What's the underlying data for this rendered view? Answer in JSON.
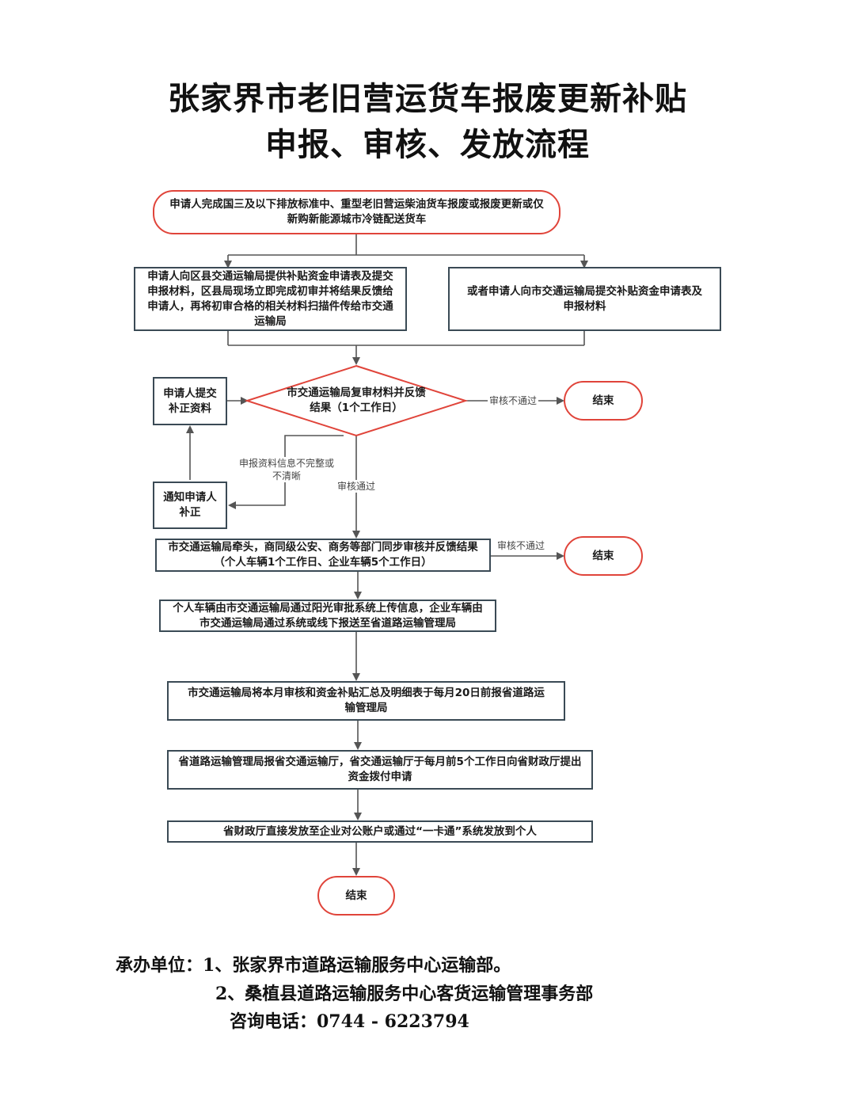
{
  "title": {
    "line1": "张家界市老旧营运货车报废更新补贴",
    "line2": "申报、审核、发放流程"
  },
  "nodes": {
    "start": "申请人完成国三及以下排放标准中、重型老旧营运柴油货车报废或报废更新或仅新购新能源城市冷链配送货车",
    "county_submit": "申请人向区县交通运输局提供补贴资金申请表及提交申报材料，区县局现场立即完成初审并将结果反馈给申请人，再将初审合格的相关材料扫描件传给市交通运输局",
    "city_submit": "或者申请人向市交通运输局提交补贴资金申请表及申报材料",
    "review_decision": "市交通运输局复审材料并反馈结果（1个工作日）",
    "supplement": "申请人提交补正资料",
    "notify": "通知申请人补正",
    "end1": "结束",
    "joint_review": "市交通运输局牵头，商同级公安、商务等部门同步审核并反馈结果（个人车辆1个工作日、企业车辆5个工作日）",
    "end2": "结束",
    "upload": "个人车辆由市交通运输局通过阳光审批系统上传信息，企业车辆由市交通运输局通过系统或线下报送至省道路运输管理局",
    "monthly_report": "市交通运输局将本月审核和资金补贴汇总及明细表于每月20日前报省道路运输管理局",
    "provincial": "省道路运输管理局报省交通运输厅，省交通运输厅于每月前5个工作日向省财政厅提出资金拨付申请",
    "payment": "省财政厅直接发放至企业对公账户或通过“一卡通”系统发放到个人",
    "end3": "结束"
  },
  "edge_labels": {
    "reject1": "审核不通过",
    "incomplete": "申报资料信息不完整或不清晰",
    "approved": "审核通过",
    "reject2": "审核不通过"
  },
  "footer": {
    "line1": "承办单位：1、张家界市道路运输服务中心运输部。",
    "line2": "2、桑植县道路运输服务中心客货运输管理事务部",
    "line3": "咨询电话：0744 - 6223794"
  },
  "colors": {
    "terminal_border": "#e0443a",
    "process_border": "#3a4a55",
    "arrow": "#555555"
  }
}
